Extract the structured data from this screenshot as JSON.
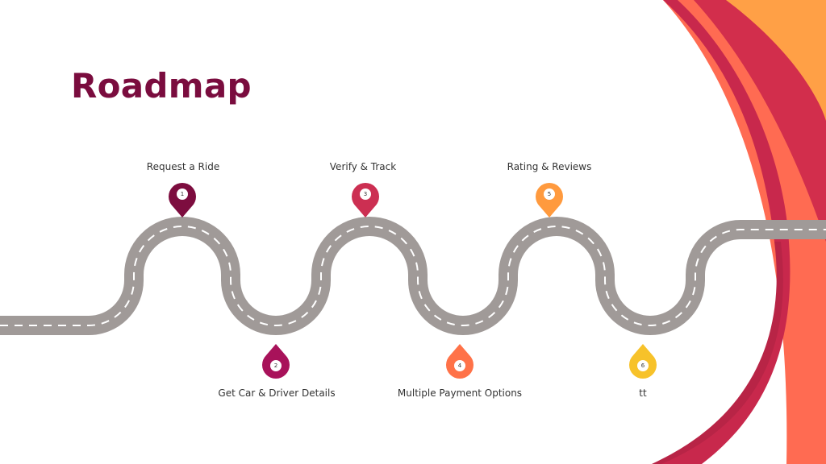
{
  "title": "Roadmap",
  "colors": {
    "title": "#7a0c3e",
    "road": "#a09a98",
    "road_dash": "#ffffff",
    "arc_orange": "#ff7a4f",
    "arc_crimson": "#c8284c",
    "arc_gold": "#ffa046"
  },
  "steps": [
    {
      "number": "1",
      "label": "Request a Ride",
      "color": "#7d0d3f",
      "position": "top"
    },
    {
      "number": "2",
      "label": "Get Car & Driver Details",
      "color": "#a8125a",
      "position": "bottom"
    },
    {
      "number": "3",
      "label": "Verify & Track",
      "color": "#cc2f52",
      "position": "top"
    },
    {
      "number": "4",
      "label": "Multiple Payment Options",
      "color": "#ff7248",
      "position": "bottom"
    },
    {
      "number": "5",
      "label": "Rating & Reviews",
      "color": "#ff9a3e",
      "position": "top"
    },
    {
      "number": "6",
      "label": "tt",
      "color": "#f7c22a",
      "position": "bottom"
    }
  ],
  "icons": {
    "pin": "map-pin-icon"
  }
}
